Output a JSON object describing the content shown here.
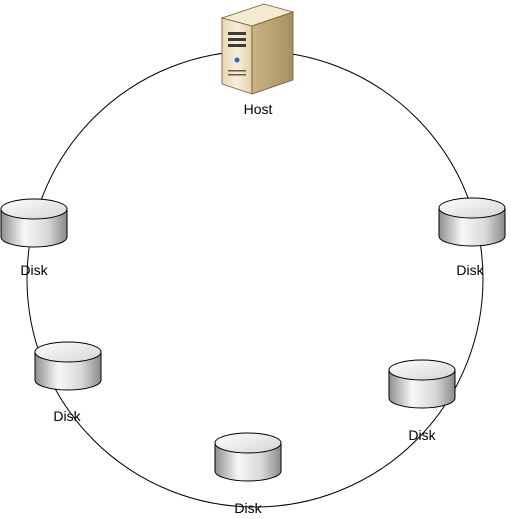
{
  "diagram": {
    "host": {
      "label": "Host",
      "icon": "server-tower-icon"
    },
    "disks": [
      {
        "label": "Disk",
        "icon": "disk-cylinder-icon"
      },
      {
        "label": "Disk",
        "icon": "disk-cylinder-icon"
      },
      {
        "label": "Disk",
        "icon": "disk-cylinder-icon"
      },
      {
        "label": "Disk",
        "icon": "disk-cylinder-icon"
      },
      {
        "label": "Disk",
        "icon": "disk-cylinder-icon"
      }
    ],
    "colors": {
      "ring": "#000000",
      "disk_fill_light": "#f4f4f4",
      "disk_fill_dark": "#9a9a9a",
      "server_fill_light": "#f2e7cd",
      "server_fill_dark": "#bda77c"
    }
  }
}
